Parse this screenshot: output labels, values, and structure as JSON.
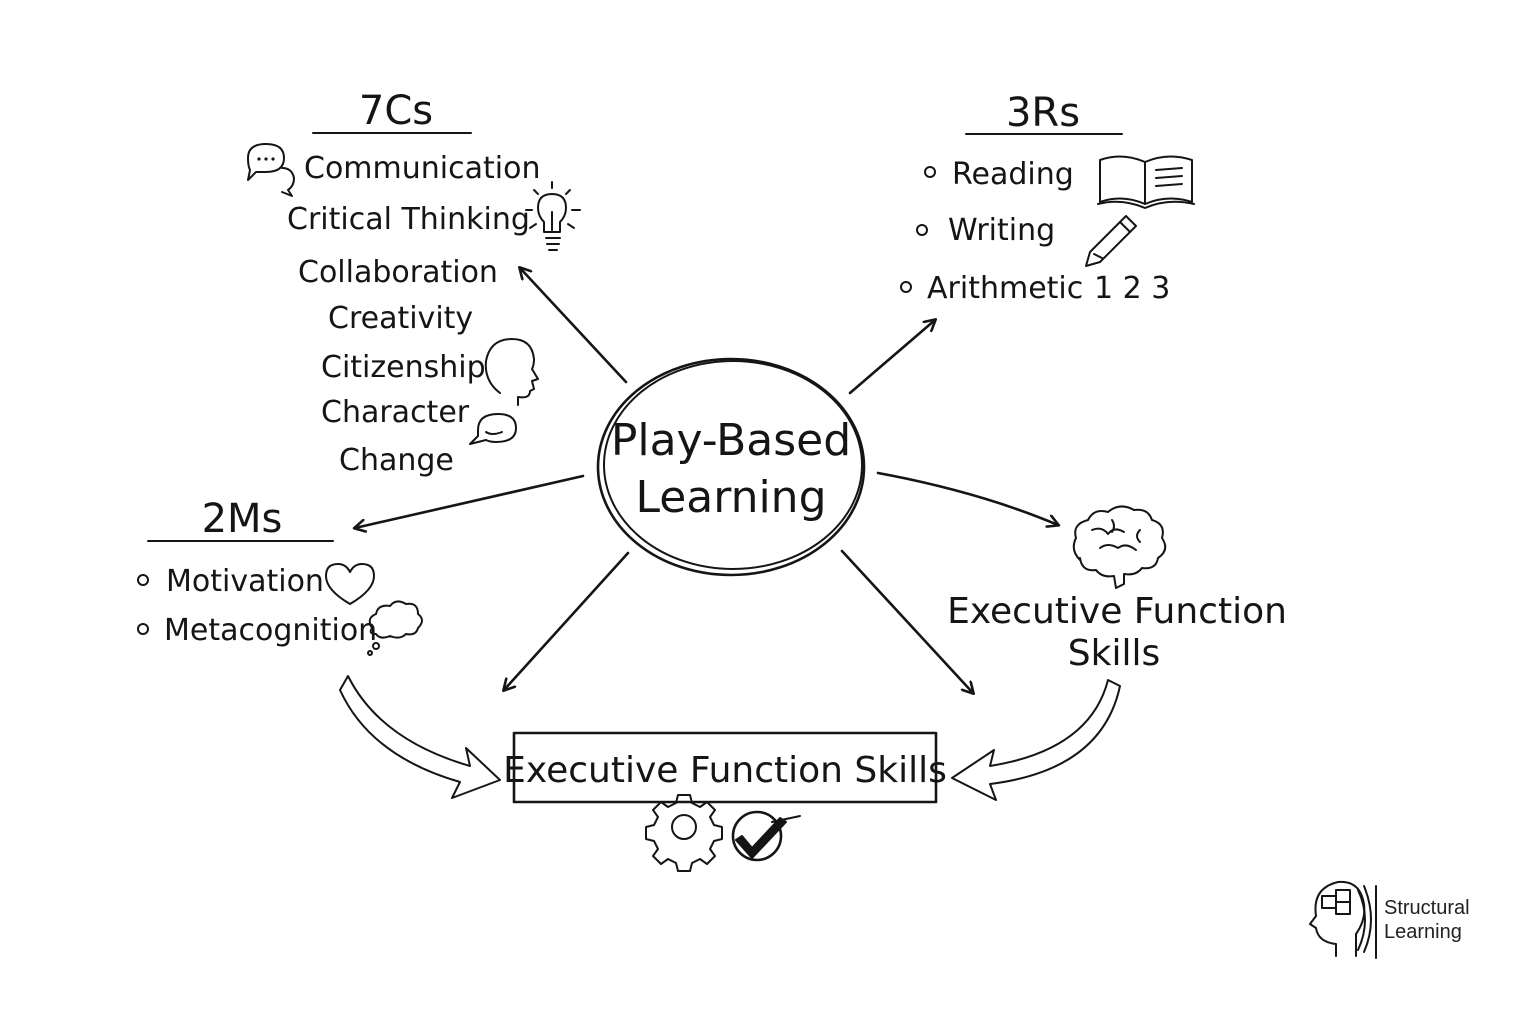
{
  "center": {
    "line1": "Play-Based",
    "line2": "Learning"
  },
  "sevenCs": {
    "title": "7Cs",
    "items": [
      "Communication",
      "Critical Thinking",
      "Collaboration",
      "Creativity",
      "Citizenship",
      "Character",
      "Change"
    ]
  },
  "threeRs": {
    "title": "3Rs",
    "items": [
      "Reading",
      "Writing",
      "Arithmetic"
    ],
    "numbers": "1 2 3"
  },
  "twoMs": {
    "title": "2Ms",
    "items": [
      "Motivation",
      "Metacognition"
    ]
  },
  "executive": {
    "line1": "Executive Function",
    "line2": "Skills"
  },
  "outcome": {
    "label": "Executive Function Skills"
  },
  "logo": {
    "line1": "Structural",
    "line2": "Learning"
  }
}
